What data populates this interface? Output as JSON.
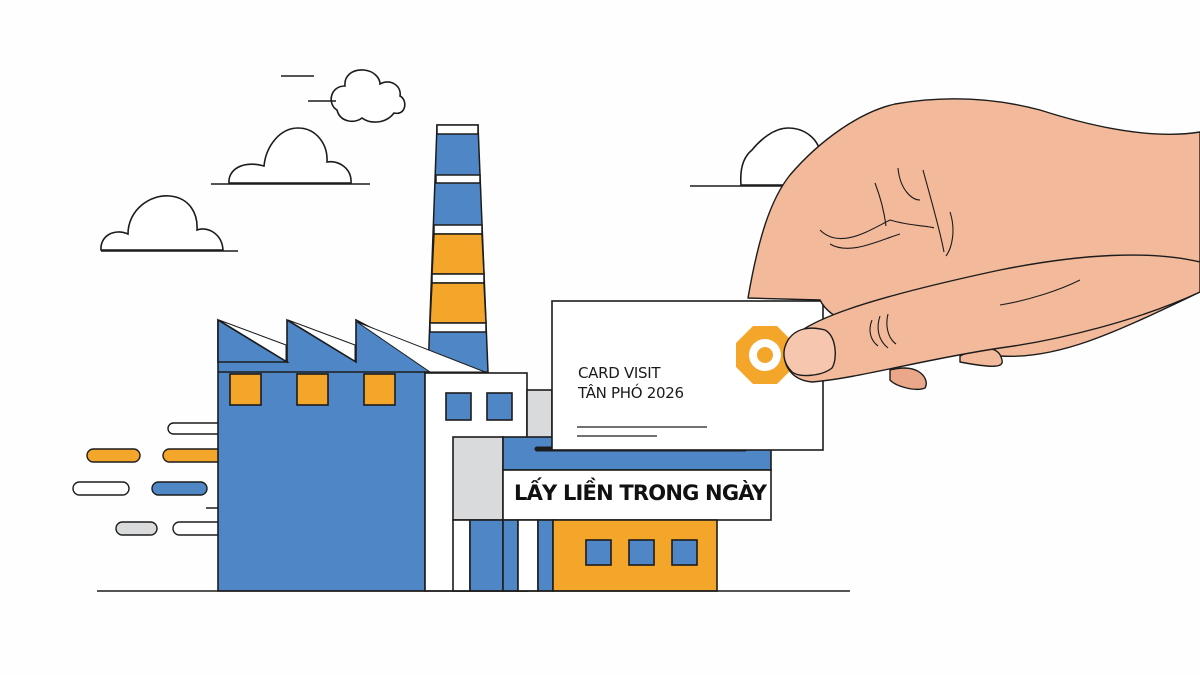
{
  "scene": {
    "description": "Flat illustration of a factory with a hand holding a business card",
    "colors": {
      "blue": "#4f86c6",
      "orange": "#f4a62a",
      "gray": "#d9dadb",
      "skin": "#f2b99a",
      "skin_shadow": "#e49c7e",
      "outline": "#1c1c1c",
      "background": "#fefefe"
    }
  },
  "business_card": {
    "line1": "CARD VISIT",
    "line2": "TÂN PHÓ 2026",
    "logo_icon": "orange-octagon-ring-icon"
  },
  "factory_sign": {
    "text": "LẤY LIỀN TRONG NGÀY"
  }
}
